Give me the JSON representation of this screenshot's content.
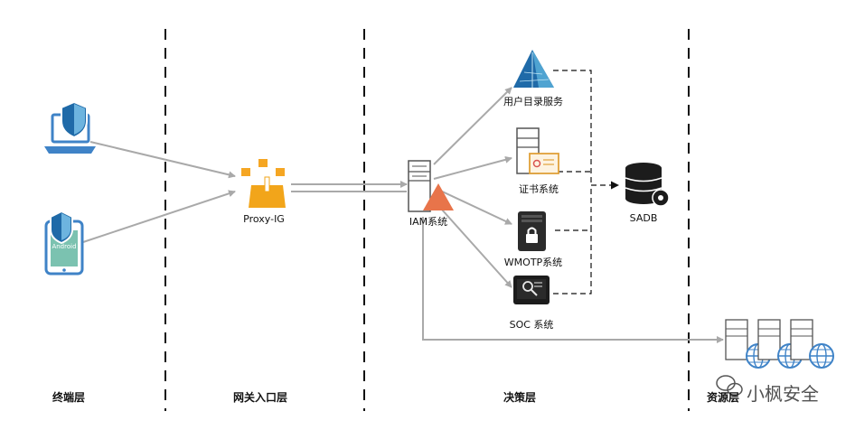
{
  "layers": [
    "终端层",
    "网关入口层",
    "决策层",
    "资源层"
  ],
  "nodes": {
    "proxy": "Proxy-IG",
    "iam": "IAM系统",
    "directory": "用户目录服务",
    "cert": "证书系统",
    "wmotp": "WMOTP系统",
    "soc": "SOC 系统",
    "sadb": "SADB",
    "android_text": "Android"
  },
  "watermark": "小枫安全"
}
